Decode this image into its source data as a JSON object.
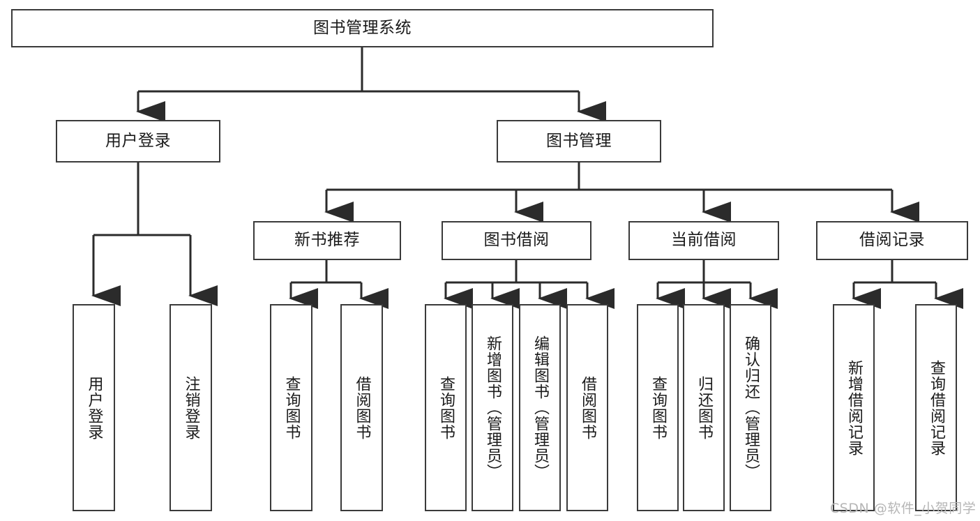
{
  "diagram": {
    "title": "图书管理系统",
    "type": "tree",
    "orientation": "top-down",
    "colors": {
      "box_border": "#3a3a3a",
      "box_fill": "#ffffff",
      "connector": "#2b2b2b",
      "text": "#1a1a1a",
      "watermark": "#b6b6b6",
      "background": "#ffffff"
    },
    "root": {
      "label": "图书管理系统"
    },
    "level2": [
      {
        "id": "user-login",
        "label": "用户登录"
      },
      {
        "id": "book-manage",
        "label": "图书管理"
      }
    ],
    "level3": [
      {
        "id": "new-book-recommend",
        "label": "新书推荐"
      },
      {
        "id": "book-borrow",
        "label": "图书借阅"
      },
      {
        "id": "current-borrow",
        "label": "当前借阅"
      },
      {
        "id": "borrow-record",
        "label": "借阅记录"
      }
    ],
    "leaves": {
      "user_login": [
        {
          "id": "leaf-user-login",
          "label": "用户登录"
        },
        {
          "id": "leaf-logout-login",
          "label": "注销登录"
        }
      ],
      "new_book_recommend": [
        {
          "id": "leaf-query-book-1",
          "label": "查询图书"
        },
        {
          "id": "leaf-borrow-book-1",
          "label": "借阅图书"
        }
      ],
      "book_borrow": [
        {
          "id": "leaf-query-book-2",
          "label": "查询图书"
        },
        {
          "id": "leaf-add-book",
          "label": "新增图书（管理员）"
        },
        {
          "id": "leaf-edit-book",
          "label": "编辑图书（管理员）"
        },
        {
          "id": "leaf-borrow-book-2",
          "label": "借阅图书"
        }
      ],
      "current_borrow": [
        {
          "id": "leaf-query-book-3",
          "label": "查询图书"
        },
        {
          "id": "leaf-return-book",
          "label": "归还图书"
        },
        {
          "id": "leaf-confirm-return",
          "label": "确认归还（管理员）"
        }
      ],
      "borrow_record": [
        {
          "id": "leaf-add-record",
          "label": "新增借阅记录"
        },
        {
          "id": "leaf-query-record",
          "label": "查询借阅记录"
        }
      ]
    },
    "watermark": "CSDN @软件_小贺同学"
  }
}
